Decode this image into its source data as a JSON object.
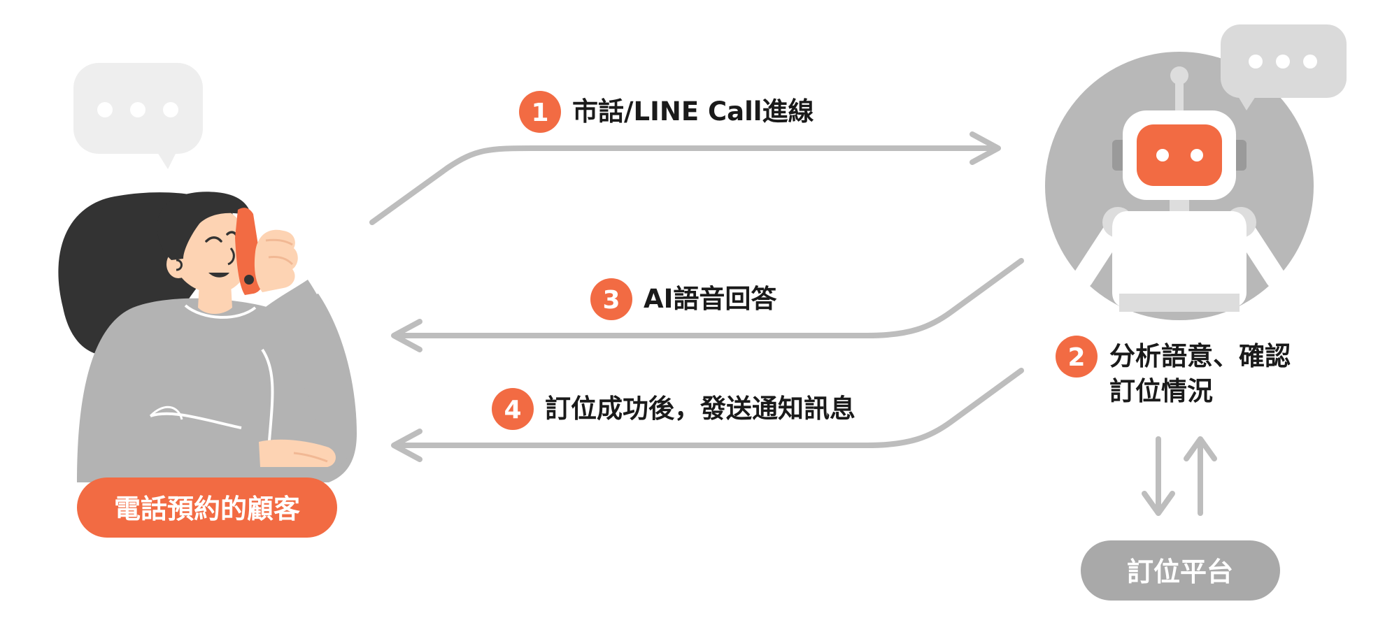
{
  "colors": {
    "accent": "#f26b43",
    "arrow": "#bdbdbd",
    "bubble_light": "#eeeeee",
    "bubble_dark": "#dadada",
    "robot_bg": "#b8b8b8",
    "text": "#1a1a1a",
    "platform": "#a9a9a9",
    "hair": "#333333",
    "sweater": "#b3b3b3",
    "skin": "#fdd3b3"
  },
  "steps": [
    {
      "number": "1",
      "label": "市話/LINE Call進線"
    },
    {
      "number": "2",
      "label_line1": "分析語意、確認",
      "label_line2": "訂位情況"
    },
    {
      "number": "3",
      "label": "AI語音回答"
    },
    {
      "number": "4",
      "label": "訂位成功後，發送通知訊息"
    }
  ],
  "customer_label": "電話預約的顧客",
  "platform_label": "訂位平台",
  "icons": {
    "customer": "woman-on-phone-icon",
    "robot": "robot-icon",
    "speech_bubble": "speech-bubble-icon",
    "sync_arrows": "up-down-arrows-icon"
  }
}
